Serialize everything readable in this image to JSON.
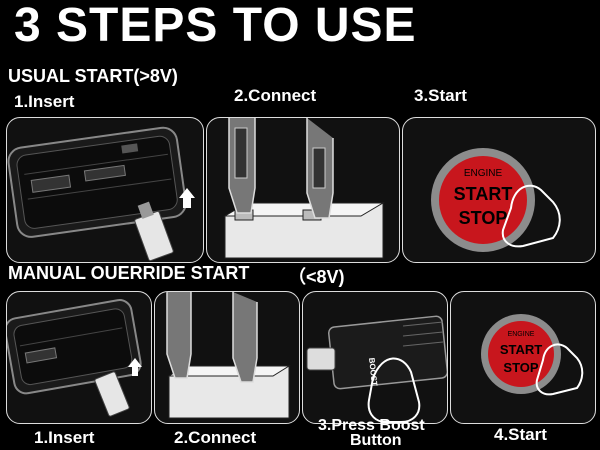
{
  "title": "3 STEPS TO USE",
  "usual": {
    "heading": "USUAL START(>8V)",
    "steps": [
      "1.Insert",
      "2.Connect",
      "3.Start"
    ]
  },
  "manual": {
    "heading": "MANUAL OUERRIDE START",
    "voltage": "（<8V)",
    "steps": [
      "1.Insert",
      "2.Connect",
      "3.Press Boost",
      "Button",
      "4.Start"
    ]
  },
  "engine_button": {
    "engine": "ENGINE",
    "start": "START",
    "stop": "STOP"
  },
  "device_labels": {
    "boost": "BOOST"
  },
  "colors": {
    "background": "#000000",
    "text": "#ffffff",
    "button_red": "#c8161d",
    "button_ring": "#8c8c8c"
  }
}
